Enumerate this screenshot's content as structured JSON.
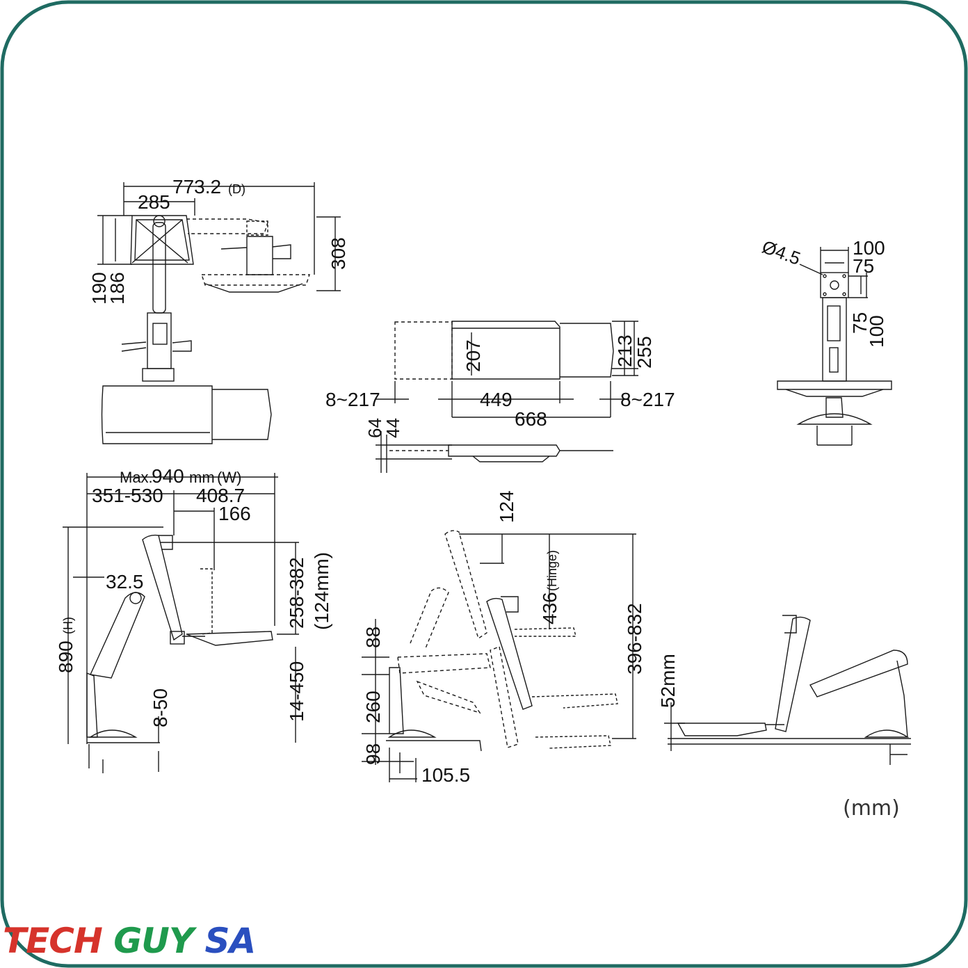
{
  "colors": {
    "border": "#1f6b62",
    "line": "#1a1a1a",
    "logo_red": "#d6332b",
    "logo_green": "#1f9a4d",
    "logo_blue": "#2a4fbf"
  },
  "unit_note": "(mm)",
  "logo": {
    "text": "TECH GUY SA"
  },
  "top_view": {
    "depth": "773.2",
    "depth_suffix": "(D)",
    "width_285": "285",
    "dim_308": "308",
    "dim_190": "190",
    "dim_186": "186"
  },
  "tray_view": {
    "ext_left": "8~217",
    "center": "449",
    "ext_right": "8~217",
    "total": "668",
    "dim_207": "207",
    "dim_213": "213",
    "dim_255": "255",
    "dim_64": "64",
    "dim_44": "44"
  },
  "vesa_view": {
    "hole": "Ø4.5",
    "v100": "100",
    "v75": "75",
    "h75": "75",
    "h100": "100"
  },
  "side_view": {
    "max_prefix": "Max.",
    "max_value": "940",
    "max_unit": "mm",
    "max_suffix": "(W)",
    "reach": "351-530",
    "tray": "408.7",
    "d166": "166",
    "height_value": "890",
    "height_suffix": "(H)",
    "d325": "32.5",
    "range": "258-382",
    "range_sub": "(124mm)",
    "d14": "14-450",
    "d8": "8-50"
  },
  "motion_view": {
    "d124": "124",
    "hinge_value": "436",
    "hinge_suffix": "(Hinge)",
    "range": "396-832",
    "d88": "88",
    "d260": "260",
    "d98": "98",
    "d1055": "105.5"
  },
  "flat_view": {
    "d52": "52mm"
  }
}
